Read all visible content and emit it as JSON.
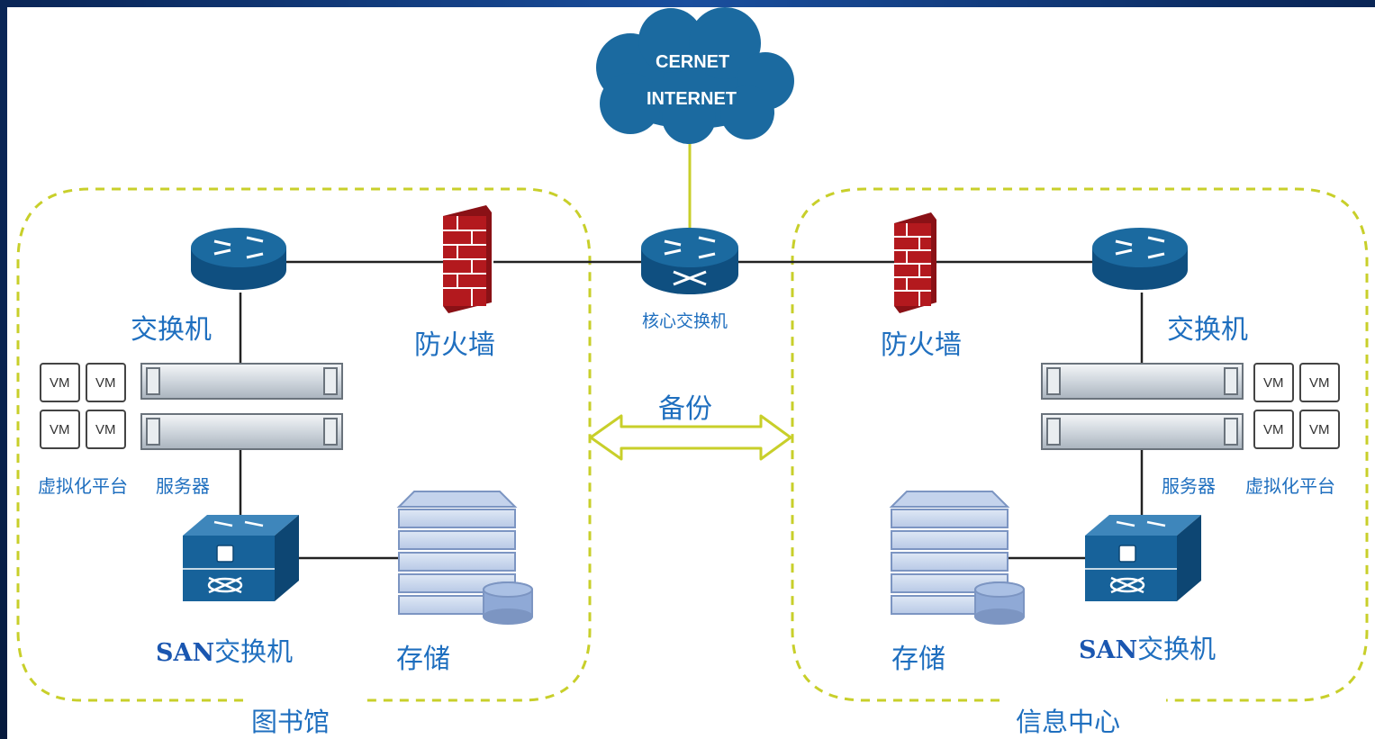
{
  "cloud": {
    "line1": "CERNET",
    "line2": "INTERNET"
  },
  "core_switch": {
    "label": "核心交换机"
  },
  "backup": {
    "label": "备份"
  },
  "vm_label": "VM",
  "left_site": {
    "name": "图书馆",
    "switch_label": "交换机",
    "firewall_label": "防火墙",
    "virtualization_label": "虚拟化平台",
    "server_label": "服务器",
    "san_prefix": "SAN",
    "san_suffix": "交换机",
    "storage_label": "存储"
  },
  "right_site": {
    "name": "信息中心",
    "switch_label": "交换机",
    "firewall_label": "防火墙",
    "virtualization_label": "虚拟化平台",
    "server_label": "服务器",
    "san_prefix": "SAN",
    "san_suffix": "交换机",
    "storage_label": "存储"
  },
  "colors": {
    "device_blue": "#17629a",
    "cloud_blue": "#1b6aa0",
    "firewall_red": "#b3191e",
    "dash_yellow": "#c8cf2a",
    "label_blue": "#1f6fbf"
  }
}
